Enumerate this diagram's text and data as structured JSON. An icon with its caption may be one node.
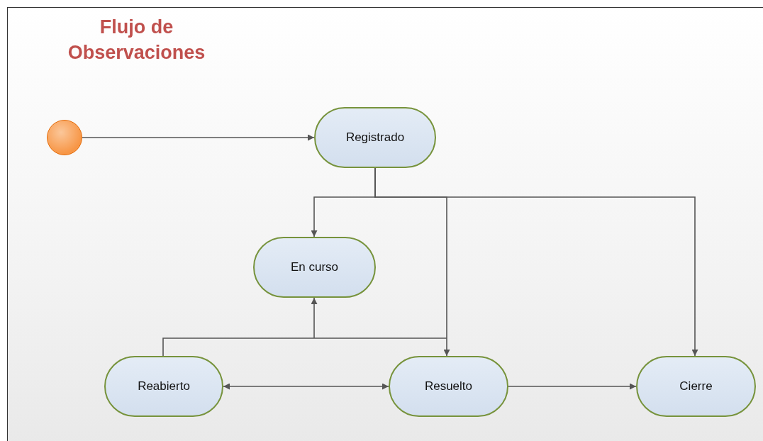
{
  "diagram": {
    "title": "Flujo de Observaciones",
    "nodes": [
      {
        "text": [],
        "shape": "circle"
      },
      {
        "text": [
          "Registrado"
        ]
      },
      {
        "text": [
          "En curso"
        ]
      },
      {
        "text": [
          "Reabierto"
        ]
      },
      {
        "text": [
          "Resuelto"
        ]
      },
      {
        "text": [
          "Cierre"
        ]
      }
    ],
    "edges": [
      {
        "from": 0,
        "to": 1,
        "arrow": "to"
      },
      {
        "from": 1,
        "to": 2,
        "arrow": "to"
      },
      {
        "from": 1,
        "to": 4,
        "arrow": "to"
      },
      {
        "from": 1,
        "to": 5,
        "arrow": "to"
      },
      {
        "from": 3,
        "to": 2,
        "arrow": "to"
      },
      {
        "from": 3,
        "to": 4,
        "arrow": "both"
      },
      {
        "from": 4,
        "to": 5,
        "arrow": "to"
      }
    ]
  }
}
